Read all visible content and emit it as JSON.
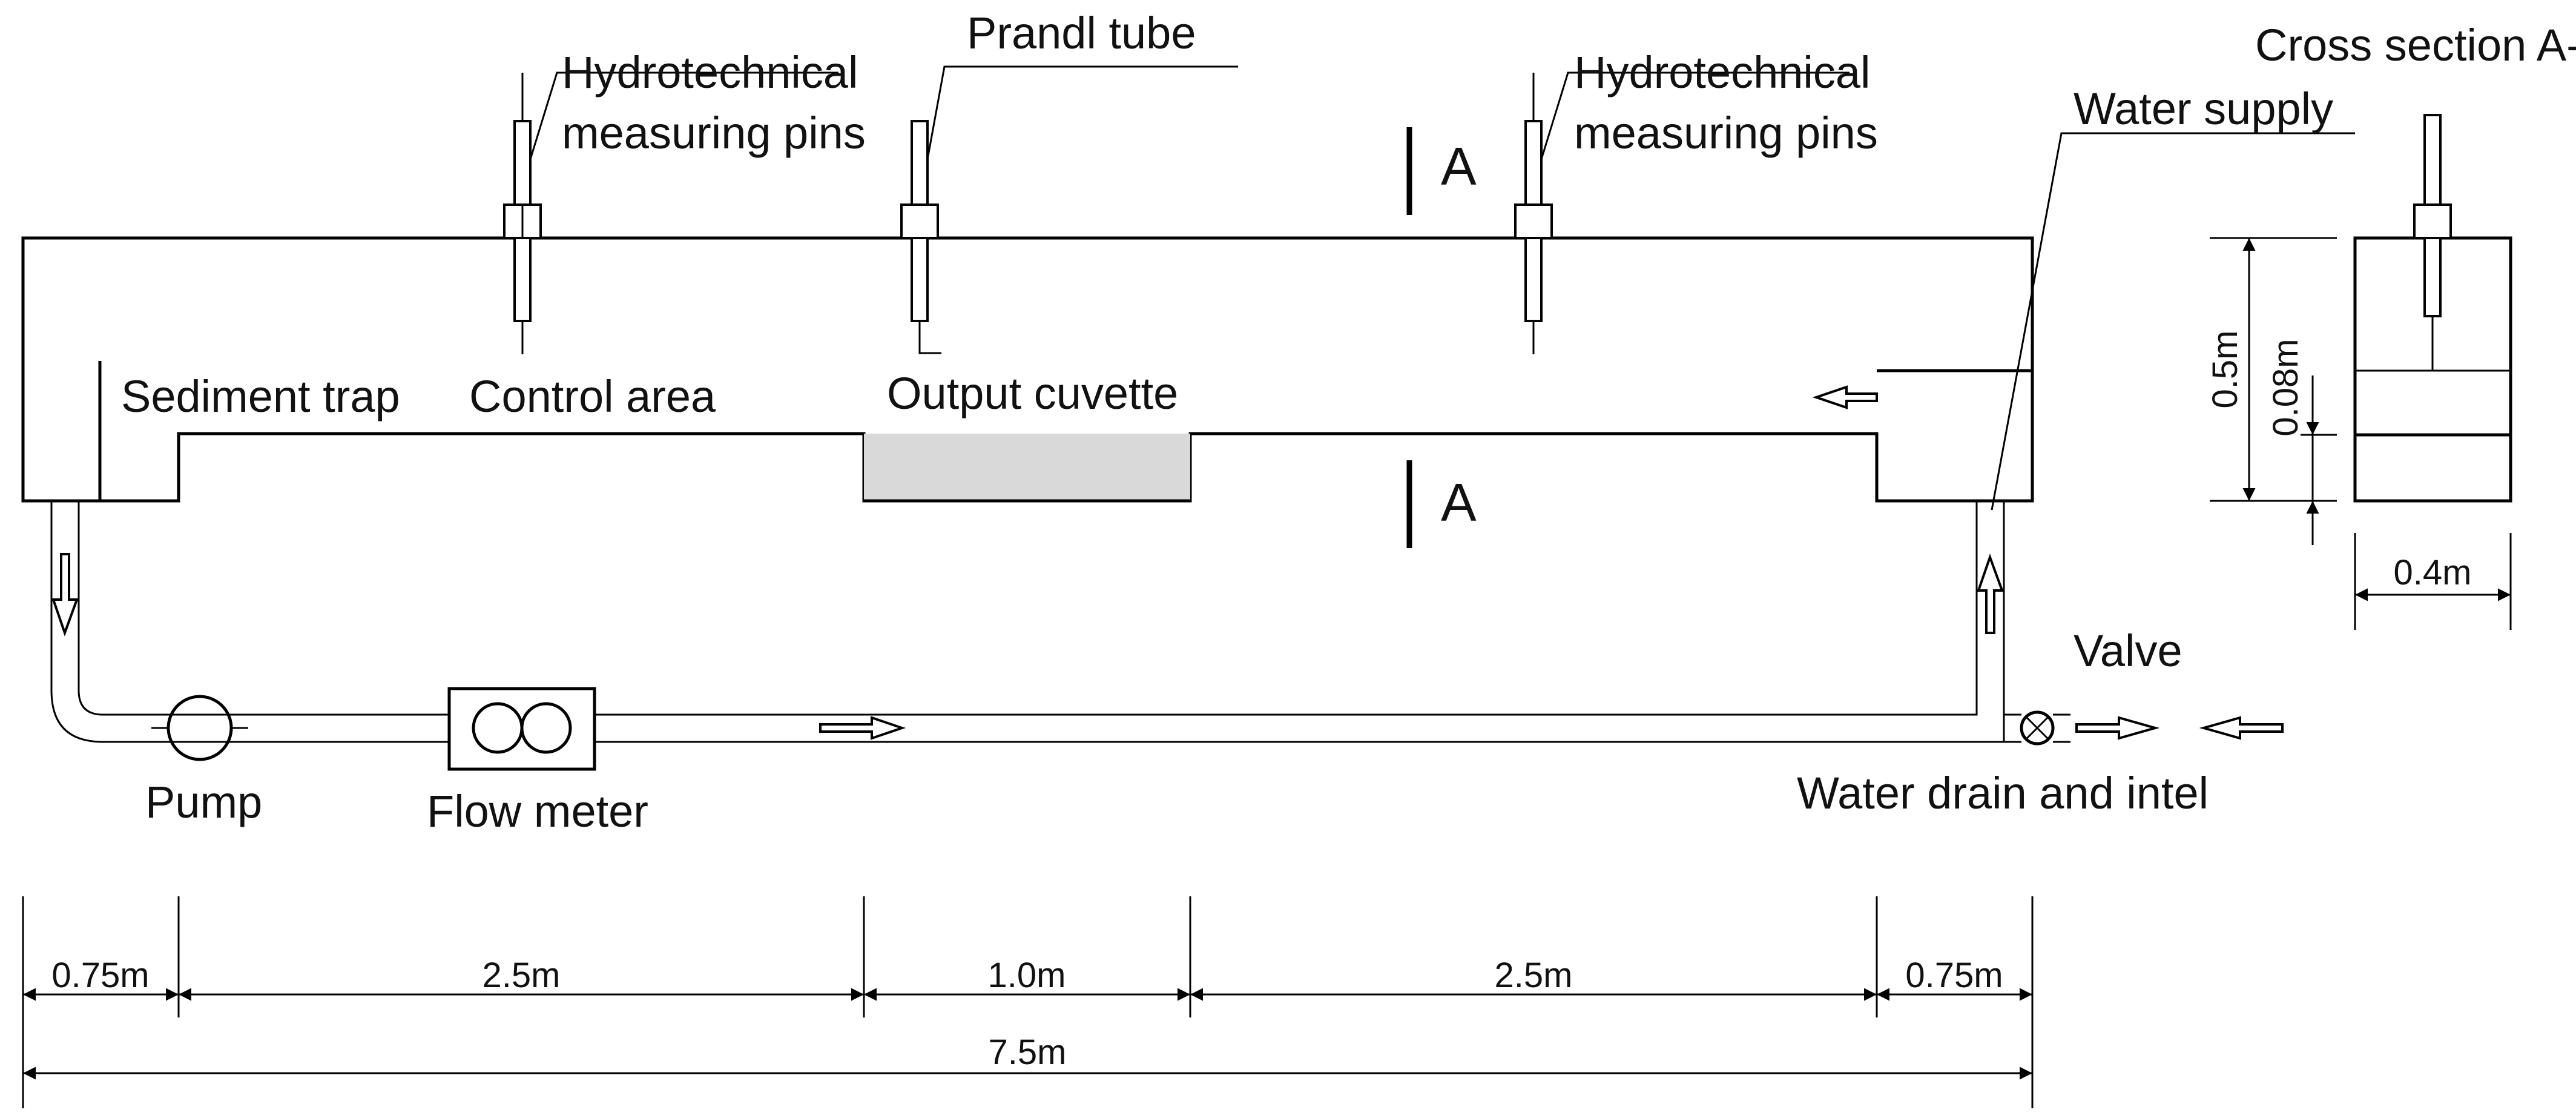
{
  "labels": {
    "pins_left_1": "Hydrotechnical",
    "pins_left_2": "measuring pins",
    "prandtl": "Prandl tube",
    "pins_right_1": "Hydrotechnical",
    "pins_right_2": "measuring pins",
    "water_supply": "Water supply",
    "cross_section": "Cross section A-A",
    "sediment_trap": "Sediment trap",
    "control_area": "Control area",
    "output_cuvette": "Output cuvette",
    "pump": "Pump",
    "flow_meter": "Flow meter",
    "valve": "Valve",
    "drain": "Water drain and intel",
    "section_mark_top": "A",
    "section_mark_bottom": "A"
  },
  "dimensions": {
    "d1": "0.75m",
    "d2": "2.5m",
    "d3": "1.0m",
    "d4": "2.5m",
    "d5": "0.75m",
    "total": "7.5m",
    "height": "0.5m",
    "depth": "0.08m",
    "width": "0.4m"
  },
  "colors": {
    "line": "#000000",
    "cuvette_fill": "#d9d9d9"
  }
}
